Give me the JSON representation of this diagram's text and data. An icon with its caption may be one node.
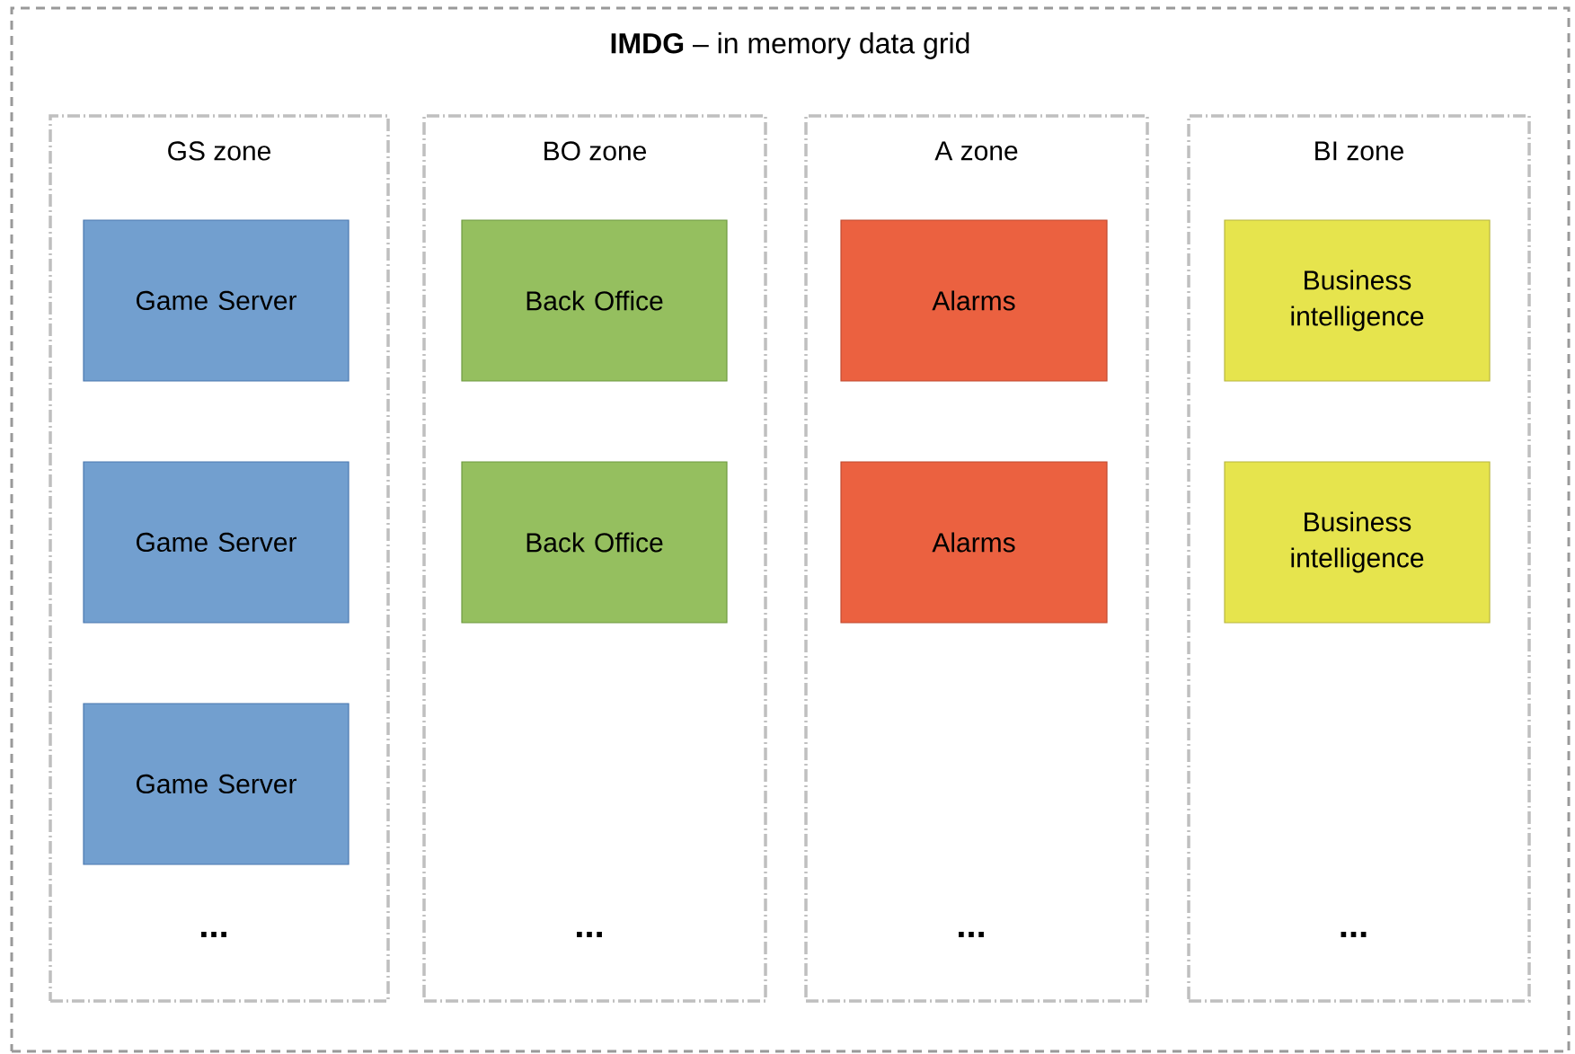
{
  "diagram": {
    "nodes": [
      {
        "text": [
          "**IMDG** – in memory data grid"
        ]
      },
      {
        "text": [
          "GS zone",
          "..."
        ],
        "in": 0
      },
      {
        "text": [
          "Game Server"
        ],
        "in": 1
      },
      {
        "text": [
          "Game Server"
        ],
        "in": 1
      },
      {
        "text": [
          "Game Server"
        ],
        "in": 1
      },
      {
        "text": [
          "BO zone",
          "..."
        ],
        "in": 0
      },
      {
        "text": [
          "Back Office"
        ],
        "in": 5
      },
      {
        "text": [
          "Back Office"
        ],
        "in": 5
      },
      {
        "text": [
          "A zone",
          "..."
        ],
        "in": 0
      },
      {
        "text": [
          "Alarms"
        ],
        "in": 8
      },
      {
        "text": [
          "Alarms"
        ],
        "in": 8
      },
      {
        "text": [
          "BI zone",
          "..."
        ],
        "in": 0
      },
      {
        "text": [
          "Business intelligence"
        ],
        "in": 11
      },
      {
        "text": [
          "Business intelligence"
        ],
        "in": 11
      }
    ]
  }
}
